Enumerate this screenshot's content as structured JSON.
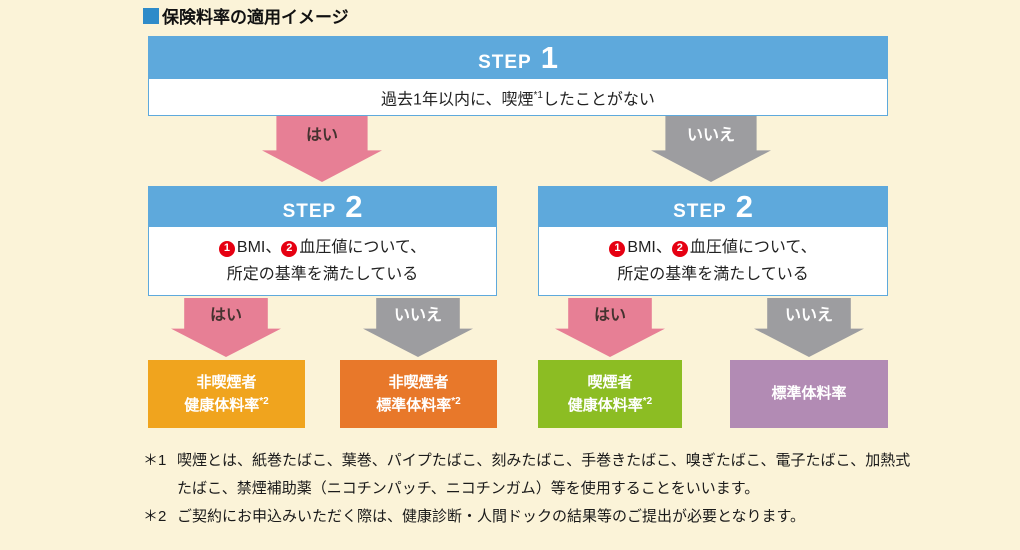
{
  "page": {
    "title": "保険料率の適用イメージ",
    "background_color": "#fbf3d8"
  },
  "colors": {
    "title_square_blue": "#2e8bc9",
    "step_header_blue": "#5ea9dc",
    "arrow_yes_pink": "#e77f95",
    "arrow_no_gray": "#9d9da0",
    "badge_red": "#e60012"
  },
  "step1": {
    "step_label": "STEP",
    "step_number": "1",
    "condition_pre": "過去1年以内に、喫煙",
    "condition_sup": "*1",
    "condition_post": "したことがない"
  },
  "step2": {
    "step_label": "STEP",
    "step_number": "2",
    "badge1": "1",
    "seg1": "BMI、",
    "badge2": "2",
    "seg2": "血圧値について、",
    "line2": "所定の基準を満たしている"
  },
  "arrows": {
    "yes_label": "はい",
    "no_label": "いいえ"
  },
  "results": [
    {
      "line1": "非喫煙者",
      "line2": "健康体料率",
      "sup": "*2",
      "color": "#f0a41e"
    },
    {
      "line1": "非喫煙者",
      "line2": "標準体料率",
      "sup": "*2",
      "color": "#e8782a"
    },
    {
      "line1": "喫煙者",
      "line2": "健康体料率",
      "sup": "*2",
      "color": "#8cbd23"
    },
    {
      "line1": "標準体料率",
      "color": "#b28bb4"
    }
  ],
  "footnotes": [
    {
      "marker": "＊1",
      "text": "喫煙とは、紙巻たばこ、葉巻、パイプたばこ、刻みたばこ、手巻きたばこ、嗅ぎたばこ、電子たばこ、加熱式たばこ、禁煙補助薬（ニコチンパッチ、ニコチンガム）等を使用することをいいます。"
    },
    {
      "marker": "＊2",
      "text": "ご契約にお申込みいただく際は、健康診断・人間ドックの結果等のご提出が必要となります。"
    }
  ]
}
